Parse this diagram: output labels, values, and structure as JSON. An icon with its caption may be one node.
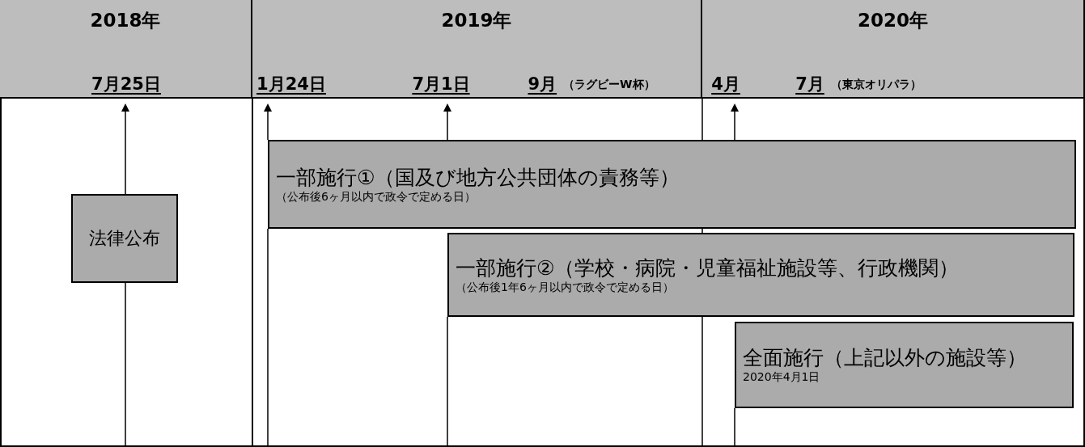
{
  "diagram": {
    "nodes": [
      {
        "text": [
          "2018年"
        ]
      },
      {
        "text": [
          "7月25日"
        ],
        "in": 0
      },
      {
        "text": [
          "2019年"
        ]
      },
      {
        "text": [
          "1月24日"
        ],
        "in": 2
      },
      {
        "text": [
          "7月1日"
        ],
        "in": 2
      },
      {
        "text": [
          "9月",
          "（ラグビーW杯）"
        ],
        "in": 2
      },
      {
        "text": [
          "2020年"
        ]
      },
      {
        "text": [
          "4月"
        ],
        "in": 6
      },
      {
        "text": [
          "7月",
          "（東京オリパラ）"
        ],
        "in": 6
      },
      {
        "text": [
          "法律公布"
        ]
      },
      {
        "text": [
          "一部施行①（国及び地方公共団体の責務等）",
          "（公布後6ヶ月以内で政令で定める日）"
        ]
      },
      {
        "text": [
          "一部施行②（学校・病院・児童福祉施設等、行政機関）",
          "（公布後1年6ヶ月以内で政令で定める日）"
        ]
      },
      {
        "text": [
          "全面施行（上記以外の施設等）",
          "2020年4月1日"
        ]
      }
    ],
    "edges": [
      {
        "from": 9,
        "to": 1,
        "arrow": "to"
      },
      {
        "from": null,
        "to": 9,
        "arrow": "none"
      },
      {
        "from": 10,
        "to": 3,
        "arrow": "to"
      },
      {
        "from": null,
        "to": 10,
        "arrow": "none"
      },
      {
        "from": 10,
        "to": 4,
        "arrow": "to"
      },
      {
        "from": null,
        "to": 11,
        "arrow": "none"
      },
      {
        "from": 10,
        "to": 7,
        "arrow": "to"
      },
      {
        "from": null,
        "to": 12,
        "arrow": "none"
      }
    ]
  }
}
